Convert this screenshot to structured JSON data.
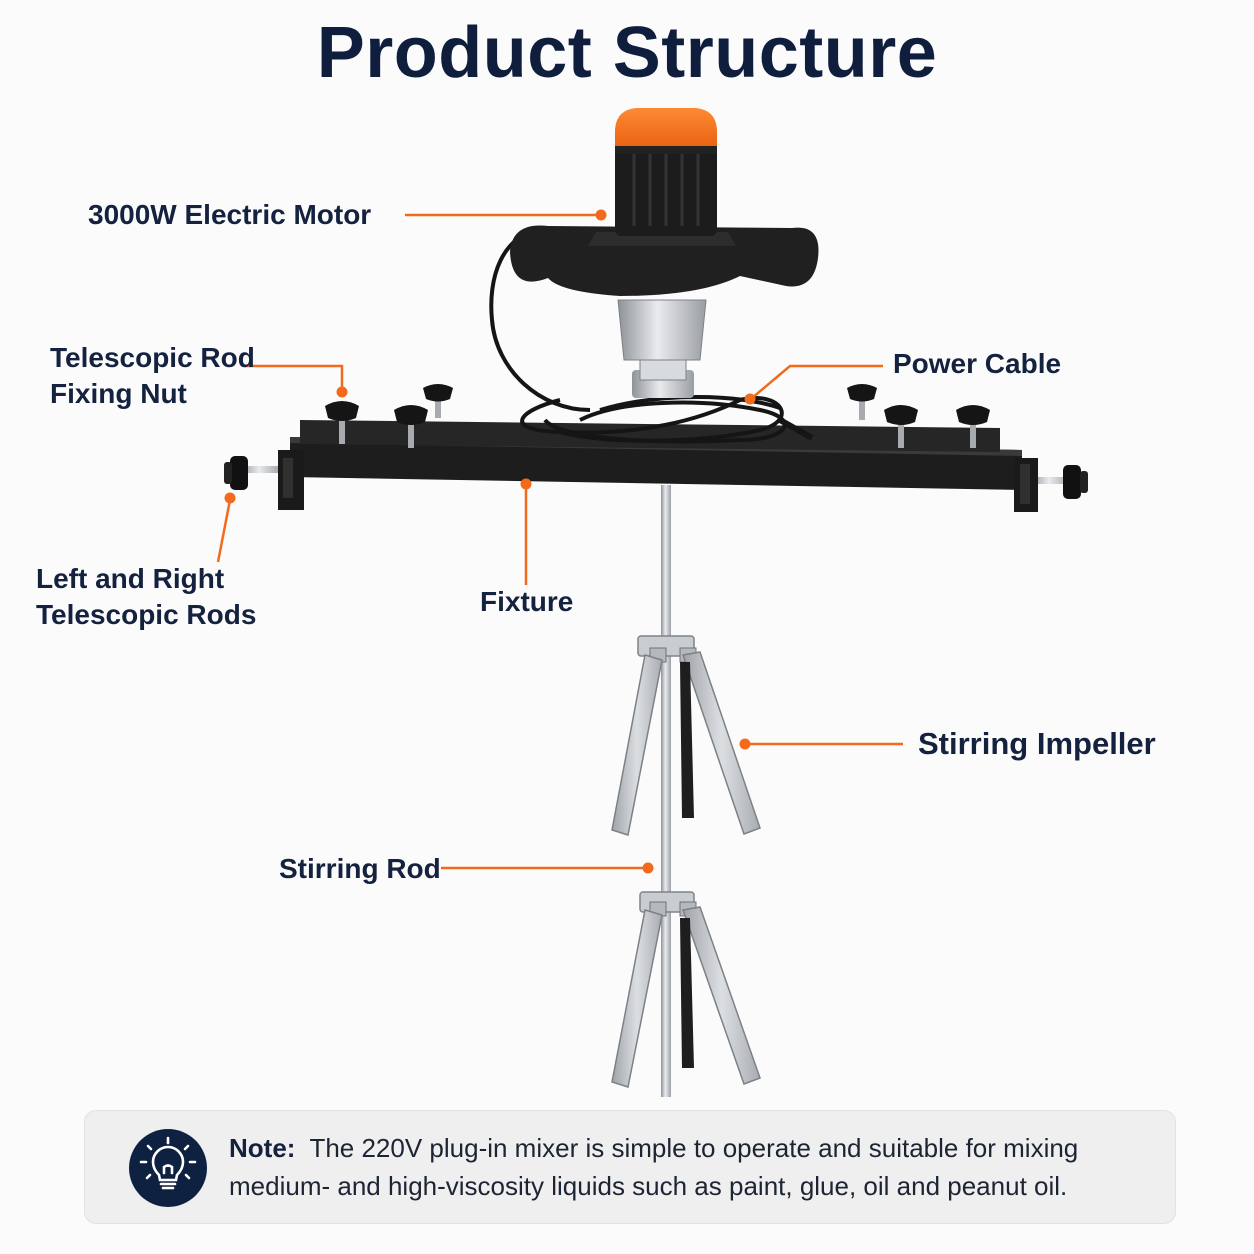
{
  "title": "Product Structure",
  "colors": {
    "accent": "#f26b1d",
    "navy": "#0f1e3d",
    "body_black": "#1a1a1a",
    "steel": "#b9bcc0"
  },
  "labels": {
    "motor": "3000W Electric Motor",
    "fixing_nut_line1": "Telescopic Rod",
    "fixing_nut_line2": "Fixing Nut",
    "power_cable": "Power Cable",
    "telescopic_rods_line1": "Left and Right",
    "telescopic_rods_line2": "Telescopic Rods",
    "fixture": "Fixture",
    "impeller": "Stirring Impeller",
    "stirring_rod": "Stirring Rod"
  },
  "note": {
    "icon": "lightbulb-icon",
    "heading": "Note:",
    "text": "The 220V plug-in mixer is simple to operate and suitable for mixing medium- and high-viscosity liquids such as paint, glue, oil and peanut oil."
  }
}
